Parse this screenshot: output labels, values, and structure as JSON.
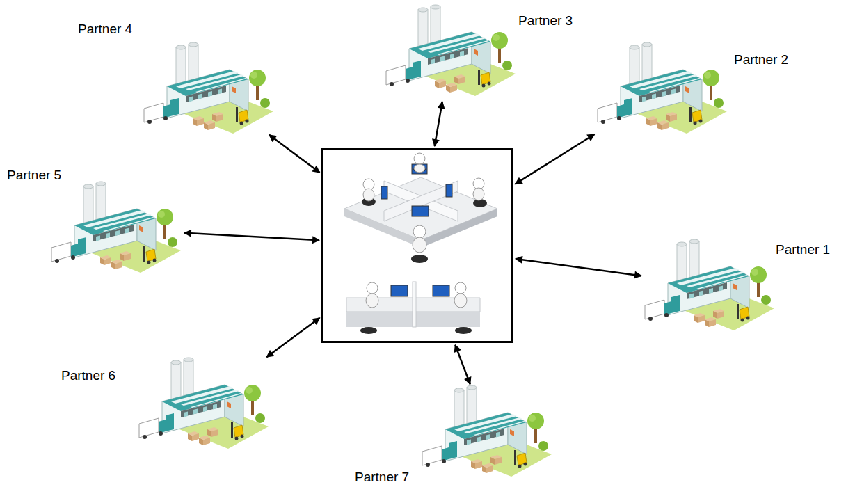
{
  "diagram": {
    "nodes": [
      {
        "text": [
          "Partner 4"
        ]
      },
      {
        "text": [
          "Partner 3"
        ]
      },
      {
        "text": [
          "Partner 2"
        ]
      },
      {
        "text": [
          "Partner 5"
        ]
      },
      {
        "text": []
      },
      {
        "text": [
          "Partner 1"
        ]
      },
      {
        "text": [
          "Partner 6"
        ]
      },
      {
        "text": [
          "Partner 7"
        ]
      }
    ],
    "edges": [
      {
        "from": 4,
        "to": 0,
        "arrow": "both"
      },
      {
        "from": 4,
        "to": 1,
        "arrow": "both"
      },
      {
        "from": 4,
        "to": 2,
        "arrow": "both"
      },
      {
        "from": 4,
        "to": 3,
        "arrow": "both"
      },
      {
        "from": 4,
        "to": 5,
        "arrow": "both"
      },
      {
        "from": 4,
        "to": 6,
        "arrow": "both"
      },
      {
        "from": 4,
        "to": 7,
        "arrow": "both"
      }
    ]
  }
}
